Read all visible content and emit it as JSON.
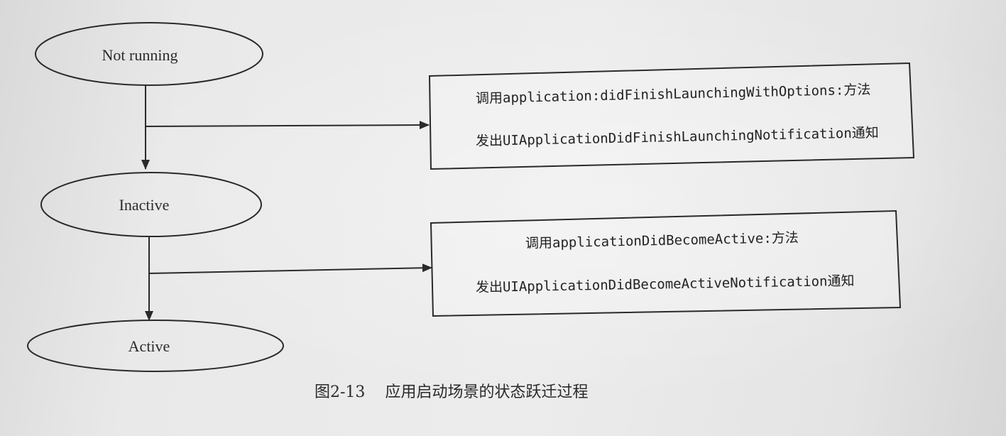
{
  "states": {
    "not_running": "Not running",
    "inactive": "Inactive",
    "active": "Active"
  },
  "notes": {
    "launch": {
      "line1": "调用application:didFinishLaunchingWithOptions:方法",
      "line2": "发出UIApplicationDidFinishLaunchingNotification通知"
    },
    "become_active": {
      "line1": "调用applicationDidBecomeActive:方法",
      "line2": "发出UIApplicationDidBecomeActiveNotification通知"
    }
  },
  "caption": {
    "number": "图2-13",
    "title": "应用启动场景的状态跃迁过程"
  }
}
